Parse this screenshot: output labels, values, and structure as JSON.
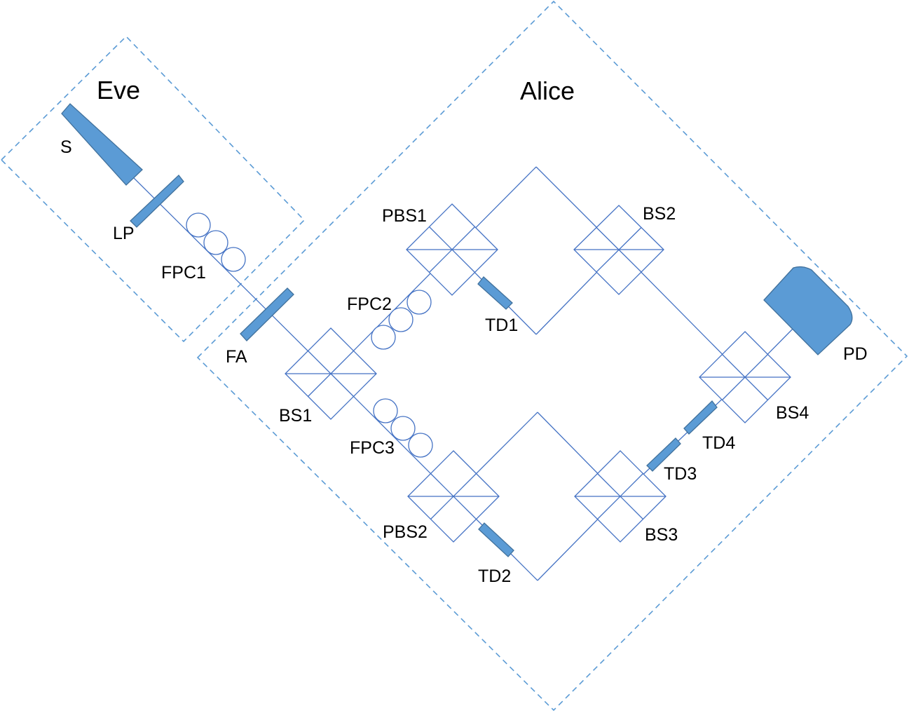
{
  "regions": {
    "eve": "Eve",
    "alice": "Alice"
  },
  "labels": {
    "S": "S",
    "LP": "LP",
    "FPC1": "FPC1",
    "FA": "FA",
    "BS1": "BS1",
    "FPC2": "FPC2",
    "FPC3": "FPC3",
    "PBS1": "PBS1",
    "PBS2": "PBS2",
    "TD1": "TD1",
    "TD2": "TD2",
    "BS2": "BS2",
    "BS3": "BS3",
    "TD3": "TD3",
    "TD4": "TD4",
    "BS4": "BS4",
    "PD": "PD"
  },
  "colors": {
    "boundary": "#5b9bd5",
    "optics": "#4472c4",
    "component_fill": "#5b9bd5"
  }
}
